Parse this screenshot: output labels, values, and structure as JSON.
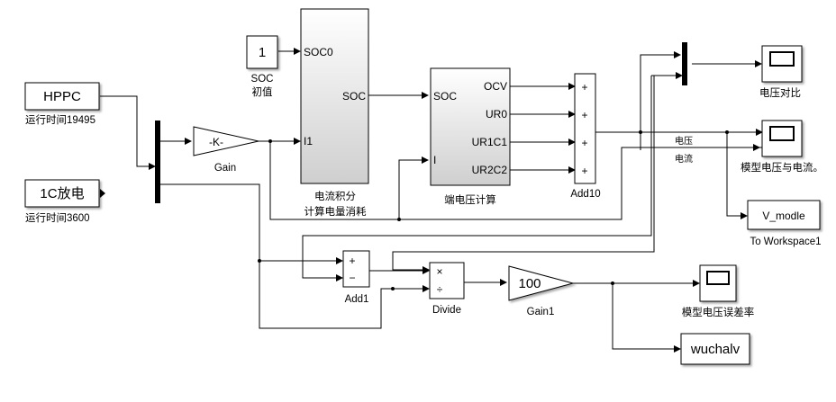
{
  "blocks": {
    "hppc": {
      "value": "HPPC",
      "caption": "运行时间19495"
    },
    "discharge": {
      "value": "1C放电",
      "caption": "运行时间3600"
    },
    "soc_const": {
      "value": "1",
      "caption1": "SOC",
      "caption2": "初值"
    },
    "gain": {
      "value": "-K-",
      "caption": "Gain"
    },
    "soc_integral": {
      "in1": "SOC0",
      "in2": "I1",
      "out": "SOC",
      "caption1": "电流积分",
      "caption2": "计算电量消耗"
    },
    "terminal_voltage": {
      "in1": "SOC",
      "in2": "I",
      "out1": "OCV",
      "out2": "UR0",
      "out3": "UR1C1",
      "out4": "UR2C2",
      "caption": "端电压计算"
    },
    "add10": {
      "signs": [
        "+",
        "+",
        "+",
        "+"
      ],
      "caption": "Add10"
    },
    "scope_voltage": {
      "caption": "电压对比"
    },
    "scope_model": {
      "caption": "模型电压与电流。"
    },
    "to_workspace": {
      "value": "V_modle",
      "caption": "To Workspace1"
    },
    "add1": {
      "signs": [
        "+",
        "−"
      ],
      "caption": "Add1"
    },
    "divide": {
      "signs": [
        "×",
        "÷"
      ],
      "caption": "Divide"
    },
    "gain1": {
      "value": "100",
      "caption": "Gain1"
    },
    "scope_error": {
      "caption": "模型电压误差率"
    },
    "workspace_error": {
      "value": "wuchalv"
    }
  },
  "signals": {
    "voltage": "电压",
    "current": "电流"
  }
}
